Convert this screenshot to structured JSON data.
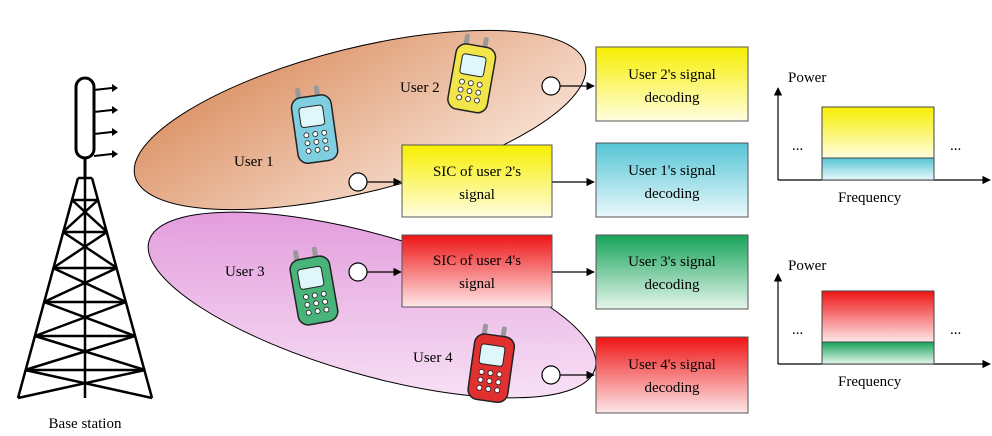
{
  "base_station": {
    "label": "Base station"
  },
  "users": {
    "u1": "User 1",
    "u2": "User 2",
    "u3": "User 3",
    "u4": "User 4"
  },
  "boxes": {
    "u2_decode": {
      "line1": "User 2's signal",
      "line2": "decoding",
      "color_top": "#f7ef00",
      "color_bottom": "#fffde0"
    },
    "sic_u2": {
      "line1": "SIC of user 2's",
      "line2": "signal",
      "color_top": "#f7ef00",
      "color_bottom": "#fffde0"
    },
    "u1_decode": {
      "line1": "User 1's signal",
      "line2": "decoding",
      "color_top": "#55c5d5",
      "color_bottom": "#eaf8fb"
    },
    "sic_u4": {
      "line1": "SIC of user 4's",
      "line2": "signal",
      "color_top": "#ef1414",
      "color_bottom": "#fde7e9"
    },
    "u3_decode": {
      "line1": "User 3's signal",
      "line2": "decoding",
      "color_top": "#17a35a",
      "color_bottom": "#e6f6ec"
    },
    "u4_decode": {
      "line1": "User 4's signal",
      "line2": "decoding",
      "color_top": "#ef1414",
      "color_bottom": "#fde7e9"
    }
  },
  "spectra": {
    "top": {
      "y_label": "Power",
      "x_label": "Frequency",
      "left_dots": "...",
      "right_dots": "..."
    },
    "bottom": {
      "y_label": "Power",
      "x_label": "Frequency",
      "left_dots": "...",
      "right_dots": "..."
    }
  },
  "clusters": {
    "upper_color": "#e8a477",
    "lower_color": "#e7a8e0"
  }
}
